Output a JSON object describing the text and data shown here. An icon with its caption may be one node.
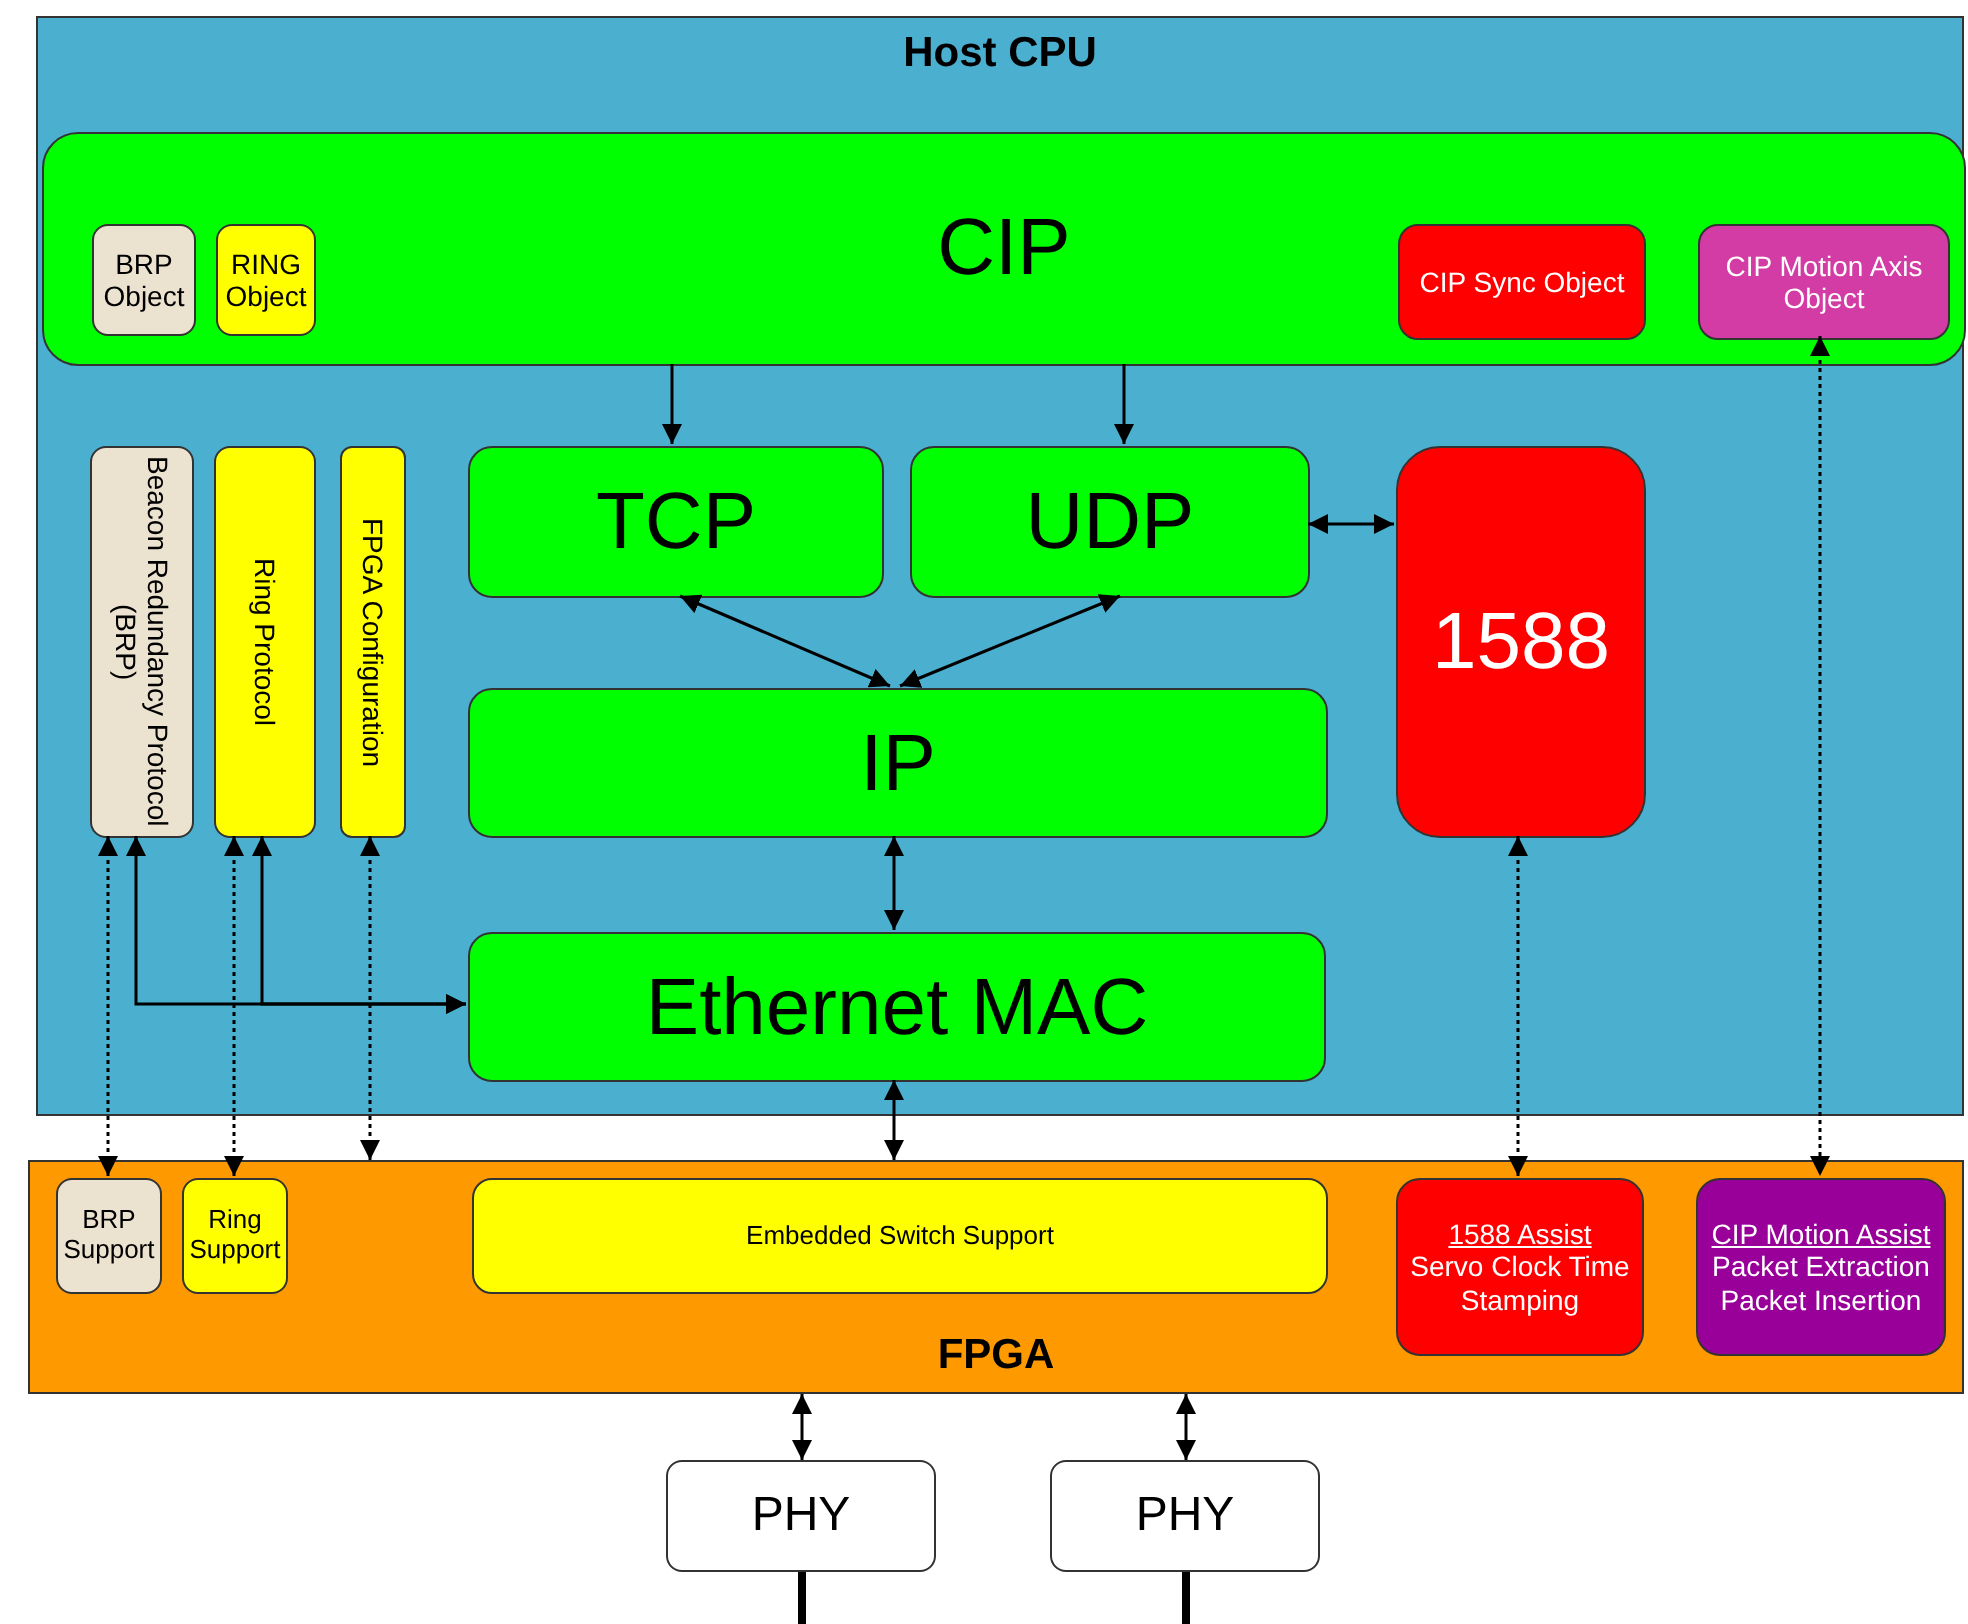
{
  "diagram": {
    "nodes": [
      {
        "text": [
          "Host CPU"
        ]
      },
      {
        "text": [
          "CIP"
        ],
        "in": 0
      },
      {
        "text": [
          "BRP Object"
        ],
        "in": 1
      },
      {
        "text": [
          "RING Object"
        ],
        "in": 1
      },
      {
        "text": [
          "CIP Sync Object"
        ],
        "in": 1
      },
      {
        "text": [
          "CIP Motion Axis Object"
        ],
        "in": 1
      },
      {
        "text": [
          "Beacon Redundancy Protocol (BRP)"
        ],
        "in": 0
      },
      {
        "text": [
          "Ring Protocol"
        ],
        "in": 0
      },
      {
        "text": [
          "FPGA Configuration"
        ],
        "in": 0
      },
      {
        "text": [
          "TCP"
        ],
        "in": 0
      },
      {
        "text": [
          "UDP"
        ],
        "in": 0
      },
      {
        "text": [
          "1588"
        ],
        "in": 0
      },
      {
        "text": [
          "IP"
        ],
        "in": 0
      },
      {
        "text": [
          "Ethernet MAC"
        ],
        "in": 0
      },
      {
        "text": [
          "FPGA"
        ]
      },
      {
        "text": [
          "BRP Support"
        ],
        "in": 14
      },
      {
        "text": [
          "Ring Support"
        ],
        "in": 14
      },
      {
        "text": [
          "Embedded Switch Support"
        ],
        "in": 14
      },
      {
        "text": [
          "1588 Assist",
          "Servo Clock Time Stamping"
        ],
        "in": 14
      },
      {
        "text": [
          "CIP Motion Assist",
          "Packet Extraction Packet Insertion"
        ],
        "in": 14
      },
      {
        "text": [
          "PHY"
        ]
      },
      {
        "text": [
          "PHY"
        ]
      }
    ],
    "edges": [
      {
        "from": 1,
        "to": 9,
        "arrow": "to"
      },
      {
        "from": 1,
        "to": 10,
        "arrow": "to"
      },
      {
        "from": 9,
        "to": 12,
        "arrow": "both"
      },
      {
        "from": 10,
        "to": 12,
        "arrow": "both"
      },
      {
        "from": 10,
        "to": 11,
        "arrow": "both"
      },
      {
        "from": 12,
        "to": 13,
        "arrow": "both"
      },
      {
        "from": 13,
        "to": 14,
        "arrow": "both"
      },
      {
        "from": 6,
        "to": 13,
        "arrow": "both"
      },
      {
        "from": 7,
        "to": 13,
        "arrow": "both"
      },
      {
        "from": 6,
        "to": 15,
        "arrow": "both",
        "style": "dashed"
      },
      {
        "from": 7,
        "to": 16,
        "arrow": "both",
        "style": "dashed"
      },
      {
        "from": 8,
        "to": 14,
        "arrow": "both",
        "style": "dashed"
      },
      {
        "from": 11,
        "to": 18,
        "arrow": "both",
        "style": "dashed"
      },
      {
        "from": 5,
        "to": 19,
        "arrow": "both",
        "style": "dashed"
      },
      {
        "from": 14,
        "to": 20,
        "arrow": "both"
      },
      {
        "from": 14,
        "to": 21,
        "arrow": "both"
      },
      {
        "from": 20,
        "to": null,
        "arrow": "none",
        "style": "thick"
      },
      {
        "from": 21,
        "to": null,
        "arrow": "none",
        "style": "thick"
      }
    ]
  }
}
